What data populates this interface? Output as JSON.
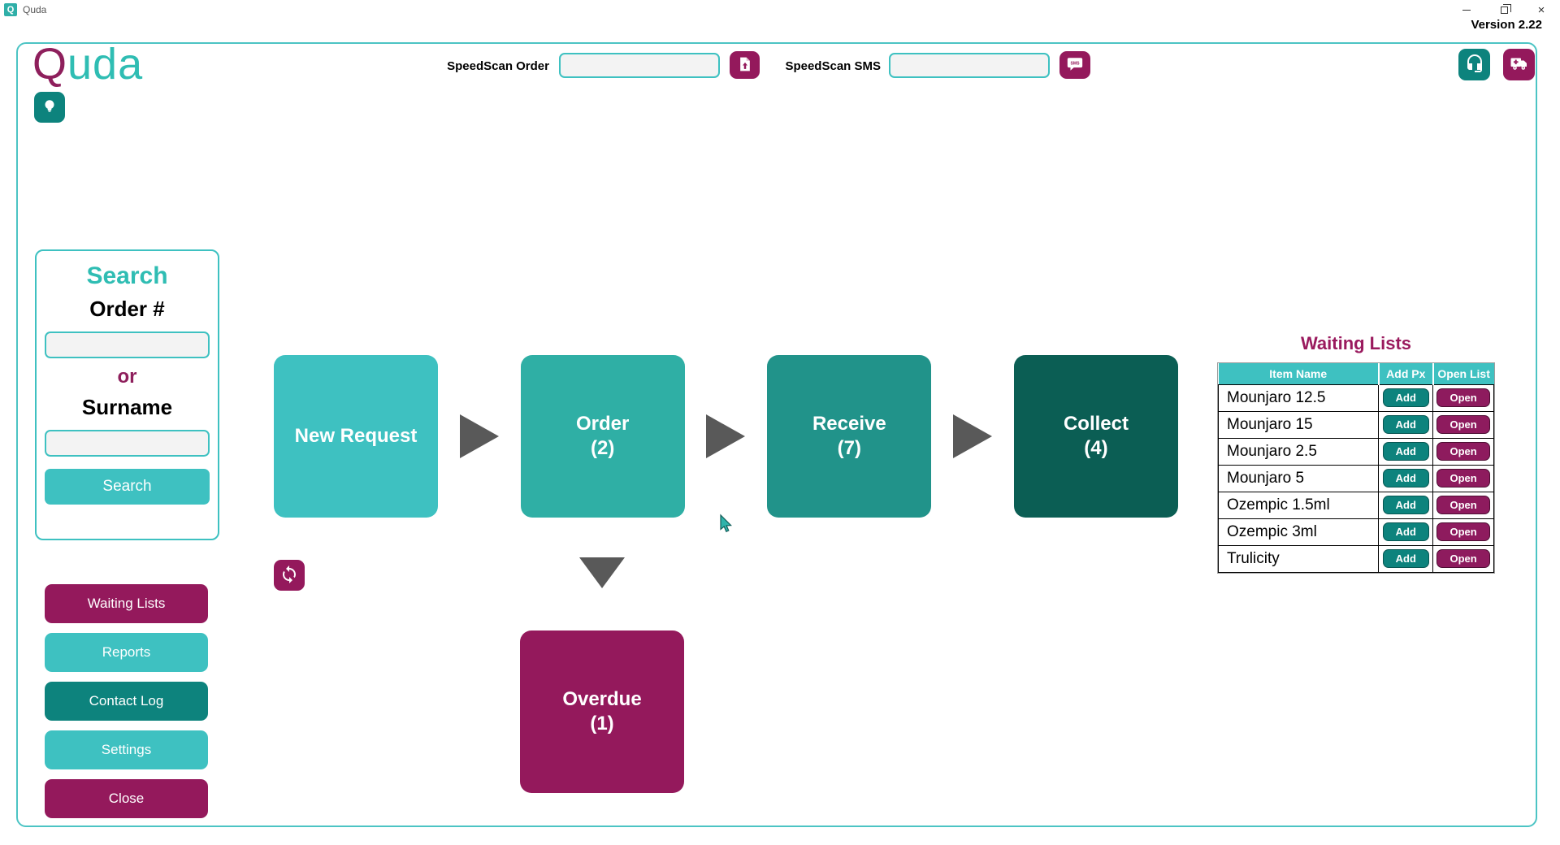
{
  "window": {
    "title": "Quda",
    "version": "Version 2.22"
  },
  "header": {
    "logo_q": "Q",
    "logo_rest": "uda",
    "speedscan_order": {
      "label": "SpeedScan Order",
      "value": ""
    },
    "speedscan_sms": {
      "label": "SpeedScan SMS",
      "value": "",
      "button_text": "SMS"
    }
  },
  "search_panel": {
    "title": "Search",
    "order_label": "Order #",
    "order_value": "",
    "or_label": "or",
    "surname_label": "Surname",
    "surname_value": "",
    "search_button_label": "Search"
  },
  "sidebar": {
    "buttons": [
      {
        "label": "Waiting Lists",
        "style": "magenta"
      },
      {
        "label": "Reports",
        "style": "teal"
      },
      {
        "label": "Contact Log",
        "style": "dark-teal"
      },
      {
        "label": "Settings",
        "style": "teal"
      },
      {
        "label": "Close",
        "style": "magenta"
      }
    ]
  },
  "workflow": {
    "stages": [
      {
        "label": "New Request",
        "count": "",
        "color": "#3EC1C1"
      },
      {
        "label": "Order",
        "count": "(2)",
        "color": "#2FAFA5"
      },
      {
        "label": "Receive",
        "count": "(7)",
        "color": "#21938A"
      },
      {
        "label": "Collect",
        "count": "(4)",
        "color": "#0B5E54"
      }
    ],
    "overdue": {
      "label": "Overdue",
      "count": "(1)",
      "color": "#94195C"
    }
  },
  "waiting_lists": {
    "title": "Waiting Lists",
    "columns": [
      "Item Name",
      "Add Px",
      "Open List"
    ],
    "add_button_label": "Add",
    "open_button_label": "Open",
    "items": [
      "Mounjaro 12.5",
      "Mounjaro 15",
      "Mounjaro 2.5",
      "Mounjaro 5",
      "Ozempic 1.5ml",
      "Ozempic 3ml",
      "Trulicity"
    ]
  },
  "icons": [
    "quda-app-icon",
    "lightbulb-icon",
    "file-upload-icon",
    "sms-bubble-icon",
    "headset-icon",
    "ambulance-icon",
    "refresh-icon",
    "arrow-right-icon",
    "arrow-down-icon"
  ],
  "colors": {
    "teal_light": "#3EC1C1",
    "teal_button": "#0D837D",
    "magenta": "#94195C",
    "arrow_gray": "#595959",
    "border_teal": "#4CC4C4"
  }
}
